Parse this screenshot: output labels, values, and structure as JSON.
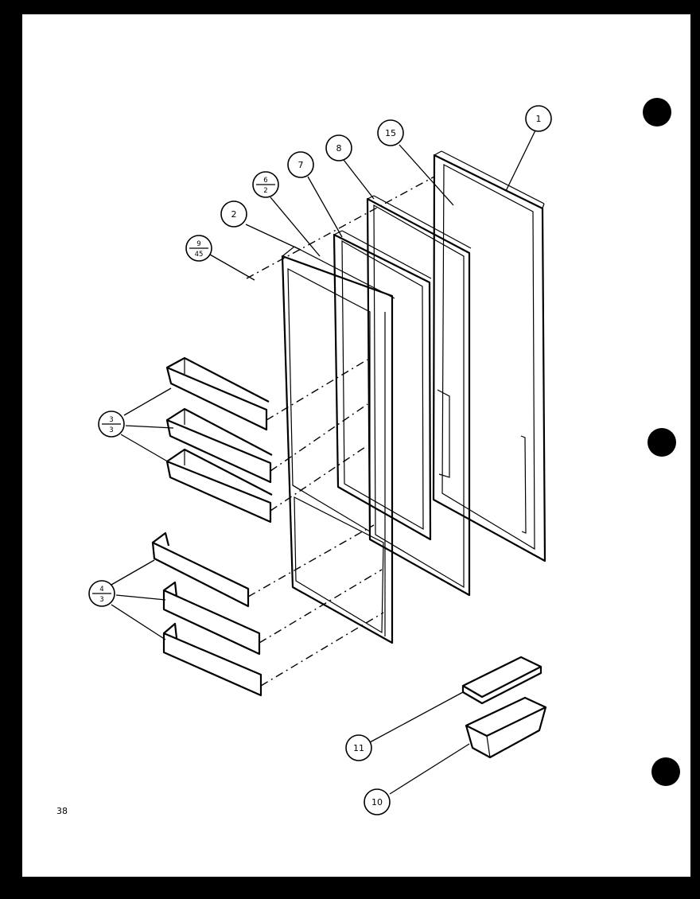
{
  "callouts": {
    "c1": "1",
    "c2": "2",
    "c7": "7",
    "c8": "8",
    "c15": "15",
    "c6_2_top": "6",
    "c6_2_bottom": "2",
    "c9_45_top": "9",
    "c9_45_bottom": "45",
    "c3_3_top": "3",
    "c3_3_bottom": "3",
    "c4_3_top": "4",
    "c4_3_bottom": "3",
    "c10": "10",
    "c11": "11"
  },
  "page_number": "38",
  "colors": {
    "paper": "#ffffff",
    "background": "#000000",
    "ink": "#000000"
  }
}
